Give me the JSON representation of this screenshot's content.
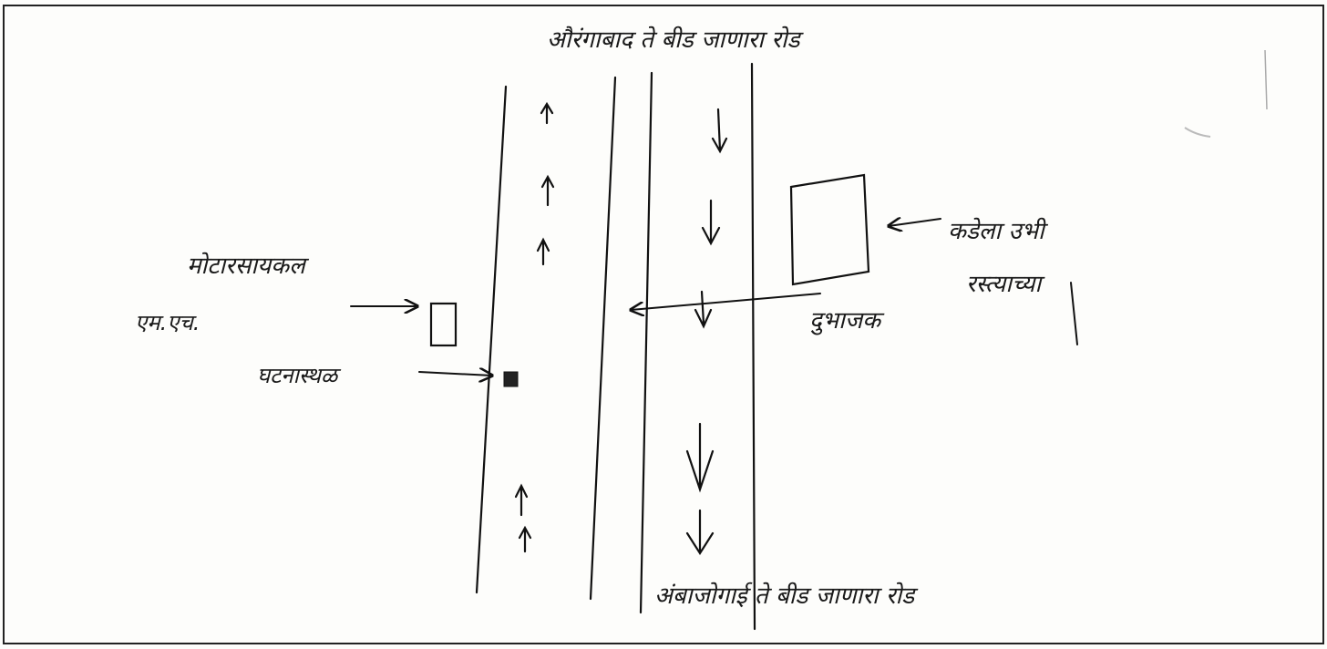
{
  "labels": {
    "top_road": "औरंगाबाद ते बीड जाणारा रोड",
    "bottom_road": "अंबाजोगाई ते बीड जाणारा रोड",
    "vehicle": "मोटारसायकल",
    "incident_spot": "घटनास्थळ",
    "vehicle_number": "एम.एच.",
    "side_label_1": "कडेला उभी",
    "side_label_2": "रस्त्याच्या",
    "divider_label": "दुभाजक"
  },
  "arrows": {
    "left_lane": "up",
    "right_lane": "down"
  }
}
